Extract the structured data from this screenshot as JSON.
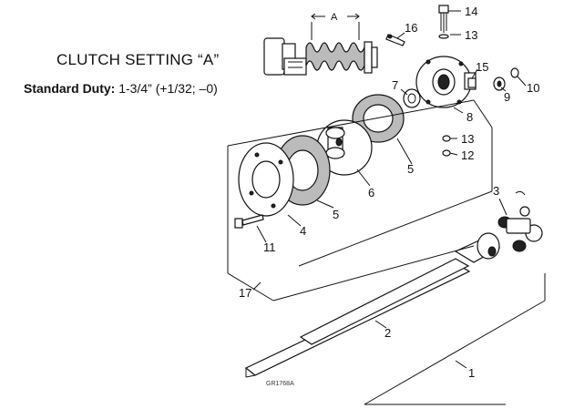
{
  "heading": "CLUTCH SETTING “A”",
  "spec": {
    "label": "Standard Duty:",
    "value": "1-3/4” (+1/32; –0)"
  },
  "dimension_label": "A",
  "drawing_code": "GR1768A",
  "callouts": {
    "c1": "1",
    "c2": "2",
    "c3": "3",
    "c4": "4",
    "c5a": "5",
    "c5b": "5",
    "c6": "6",
    "c7": "7",
    "c8": "8",
    "c9": "9",
    "c10": "10",
    "c11": "11",
    "c12": "12",
    "c13a": "13",
    "c13b": "13",
    "c14": "14",
    "c15": "15",
    "c16": "16",
    "c17": "17"
  }
}
